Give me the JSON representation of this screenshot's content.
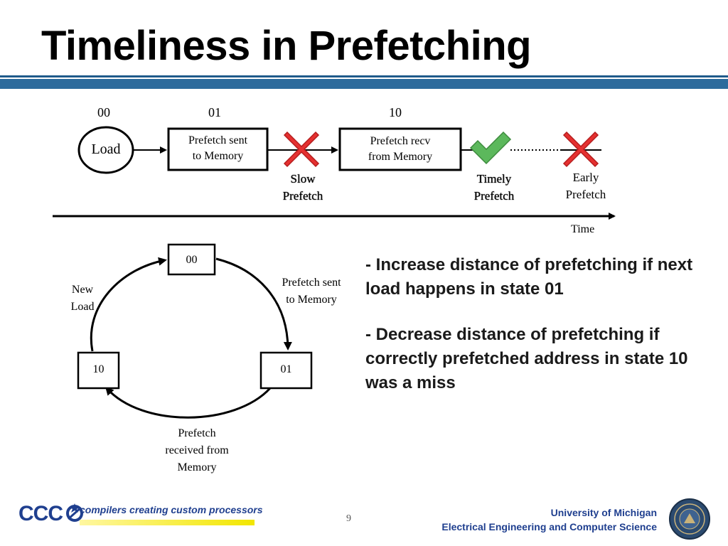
{
  "title": "Timeliness in Prefetching",
  "timeline": {
    "state_labels": [
      "00",
      "01",
      "10"
    ],
    "load_label": "Load",
    "box1": [
      "Prefetch sent",
      "to Memory"
    ],
    "box2": [
      "Prefetch recv",
      "from Memory"
    ],
    "slow": [
      "Slow",
      "Prefetch"
    ],
    "timely": [
      "Timely",
      "Prefetch"
    ],
    "early": [
      "Early",
      "Prefetch"
    ],
    "time_label": "Time"
  },
  "fsm": {
    "state_00": "00",
    "state_01": "01",
    "state_10": "10",
    "edge_new_load": [
      "New",
      "Load"
    ],
    "edge_sent": [
      "Prefetch sent",
      "to Memory"
    ],
    "edge_received": [
      "Prefetch",
      "received from",
      "Memory"
    ]
  },
  "bullets": [
    "- Increase distance of prefetching if next load happens in state 01",
    "- Decrease distance of prefetching if correctly prefetched address in state 10 was a miss"
  ],
  "footer": {
    "logo": "CCC",
    "tagline": "compilers creating custom processors",
    "page": "9",
    "org_line1": "University of Michigan",
    "org_line2": "Electrical Engineering and Computer Science"
  },
  "colors": {
    "band": "#2d6b9c",
    "cross": "#e53030",
    "check": "#5cb85c",
    "footer_text": "#1f3f8f"
  },
  "icons": [
    "cross-icon",
    "check-icon",
    "university-seal-icon"
  ]
}
